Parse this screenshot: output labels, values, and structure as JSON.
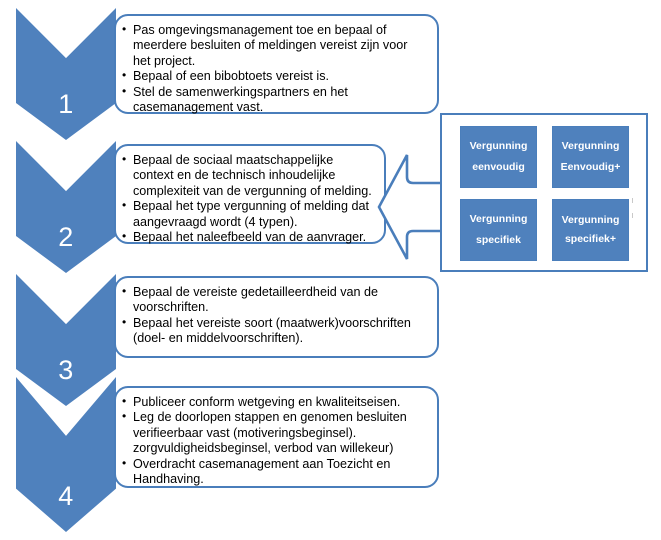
{
  "diagram": {
    "title": "Vergunningverlening processtappen",
    "accent_color": "#4F81BD",
    "border_color": "#4A7EBB",
    "box_text_color": "#ffffff",
    "steps": [
      {
        "number": "1",
        "bullets": [
          "Pas omgevingsmanagement toe en bepaal of meerdere besluiten of meldingen vereist zijn voor het project.",
          "Bepaal of een bibobtoets vereist is.",
          "Stel de samenwerkingspartners en het casemanagement vast."
        ]
      },
      {
        "number": "2",
        "bullets": [
          "Bepaal de sociaal maatschappelijke context en de technisch inhoudelijke complexiteit van de vergunning of melding.",
          "Bepaal het type vergunning  of melding dat aangevraagd wordt (4 typen).",
          "Bepaal het naleefbeeld van de aanvrager."
        ]
      },
      {
        "number": "3",
        "bullets": [
          "Bepaal de vereiste gedetailleerdheid  van de voorschriften.",
          "Bepaal het vereiste soort  (maatwerk)voorschriften (doel- en middelvoorschriften)."
        ]
      },
      {
        "number": "4",
        "bullets": [
          "Publiceer conform wetgeving en kwaliteitseisen.",
          "Leg de doorlopen stappen en genomen besluiten verifieerbaar vast (motiveringsbeginsel). zorgvuldigheidsbeginsel, verbod van willekeur)",
          "Overdracht casemanagement aan Toezicht en Handhaving."
        ]
      }
    ],
    "permit_panel": {
      "connector_icon": "left-arrow-icon",
      "boxes": [
        {
          "line1": "Vergunning",
          "line2": "eenvoudig"
        },
        {
          "line1": "Vergunning",
          "line2": "Eenvoudig+"
        },
        {
          "line1": "Vergunning",
          "line2": "specifiek"
        },
        {
          "line1": "Vergunning",
          "line2": "specifiek+"
        }
      ]
    }
  }
}
